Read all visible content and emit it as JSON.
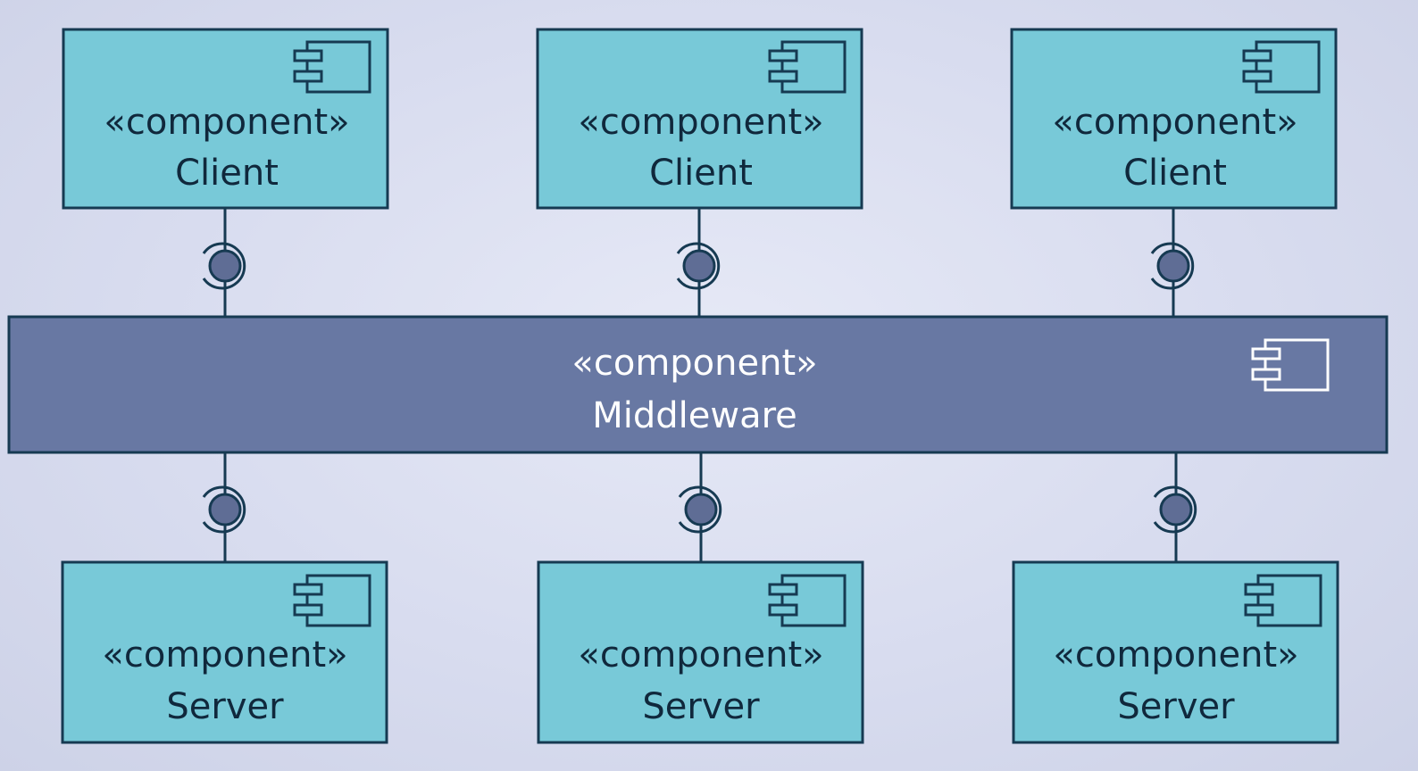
{
  "diagram": {
    "colors": {
      "background": "#d8dcef",
      "component_fill": "#78c9d8",
      "component_stroke": "#163a52",
      "middleware_fill": "#6878a3",
      "middleware_text": "#ffffff",
      "interface_ball": "#5f6d95"
    },
    "clients": [
      {
        "stereotype": "«component»",
        "name": "Client",
        "icon": "component-icon"
      },
      {
        "stereotype": "«component»",
        "name": "Client",
        "icon": "component-icon"
      },
      {
        "stereotype": "«component»",
        "name": "Client",
        "icon": "component-icon"
      }
    ],
    "middleware": {
      "stereotype": "«component»",
      "name": "Middleware",
      "icon": "component-icon"
    },
    "servers": [
      {
        "stereotype": "«component»",
        "name": "Server",
        "icon": "component-icon"
      },
      {
        "stereotype": "«component»",
        "name": "Server",
        "icon": "component-icon"
      },
      {
        "stereotype": "«component»",
        "name": "Server",
        "icon": "component-icon"
      }
    ]
  }
}
